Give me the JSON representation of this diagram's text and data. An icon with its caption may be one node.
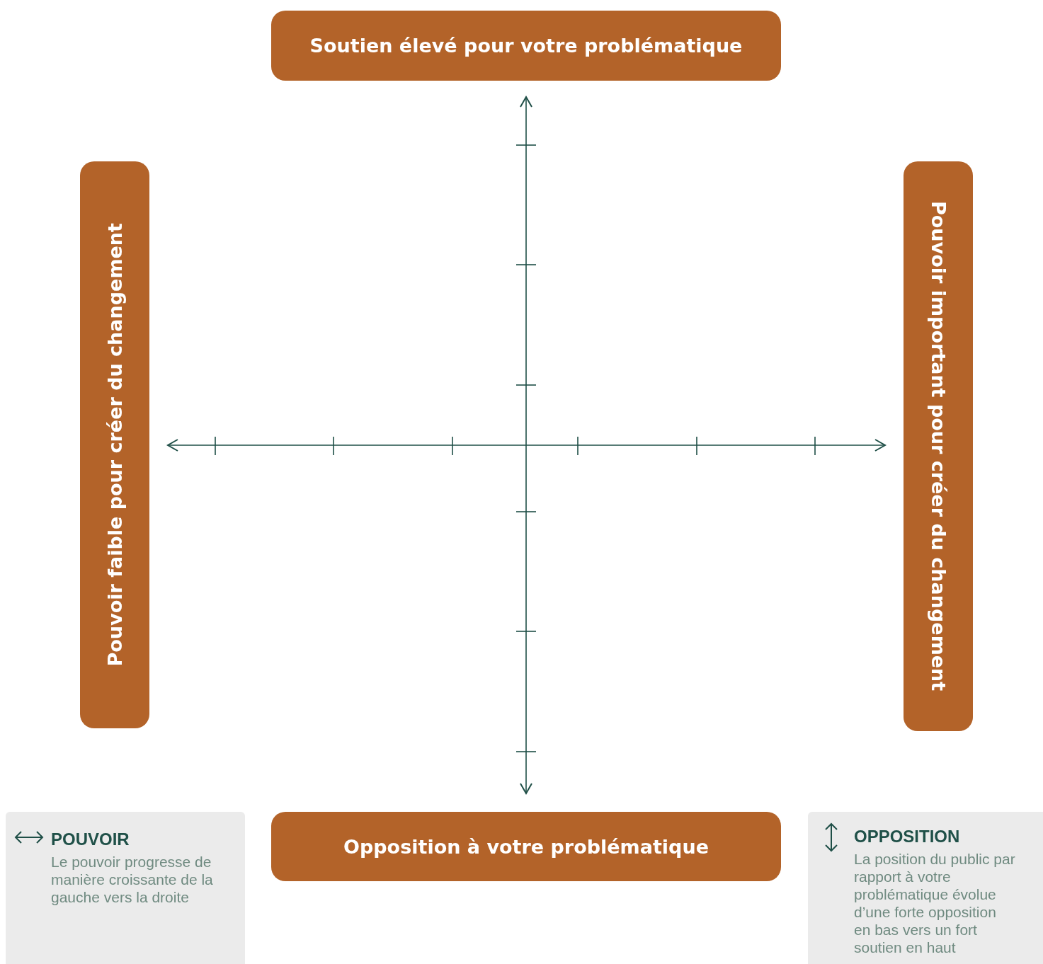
{
  "diagram": {
    "nodes": [
      {
        "text": [
          "Soutien élevé pour votre problématique"
        ]
      },
      {
        "text": [
          "Pouvoir faible pour créer du changement"
        ]
      },
      {
        "text": [
          "Pouvoir important pour créer du changement"
        ]
      },
      {
        "text": [
          "Opposition à votre problématique"
        ]
      },
      {
        "text": [
          "POUVOIR",
          "Le pouvoir progresse de manière croissante de la gauche vers la droite"
        ]
      },
      {
        "text": [
          "OPPOSITION",
          "La position du public par rapport à votre problématique évolue d’une forte opposition en bas vers un fort soutien en haut"
        ]
      }
    ],
    "edges": [
      {
        "from": 1,
        "to": 2,
        "arrow": "both"
      },
      {
        "from": 0,
        "to": 3,
        "arrow": "both"
      }
    ]
  }
}
